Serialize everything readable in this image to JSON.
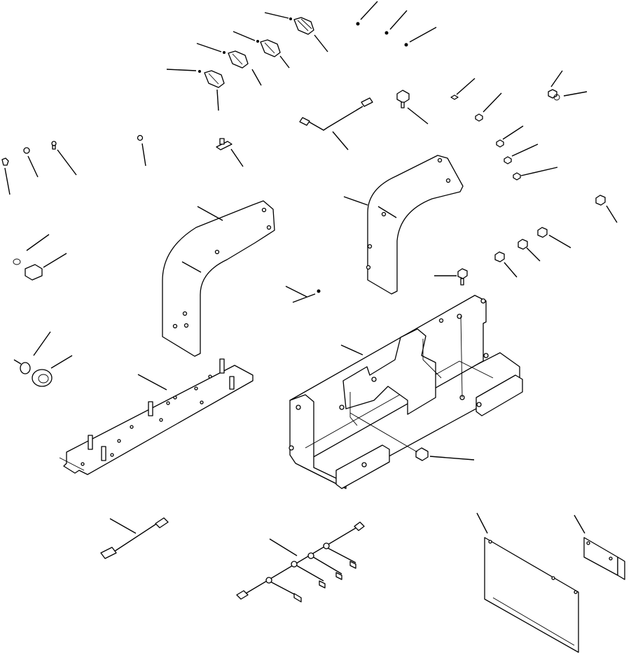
{
  "diagram": {
    "kind": "exploded-parts-view",
    "labels_printed": false,
    "parts": [
      {
        "name": "battery-box"
      },
      {
        "name": "left-fender"
      },
      {
        "name": "right-fender"
      },
      {
        "name": "mounting-plate"
      },
      {
        "name": "cover-plate"
      },
      {
        "name": "small-bracket"
      },
      {
        "name": "wire-harness-main"
      },
      {
        "name": "wire-harness-short"
      },
      {
        "name": "switch-connectors"
      },
      {
        "name": "fasteners"
      }
    ]
  }
}
